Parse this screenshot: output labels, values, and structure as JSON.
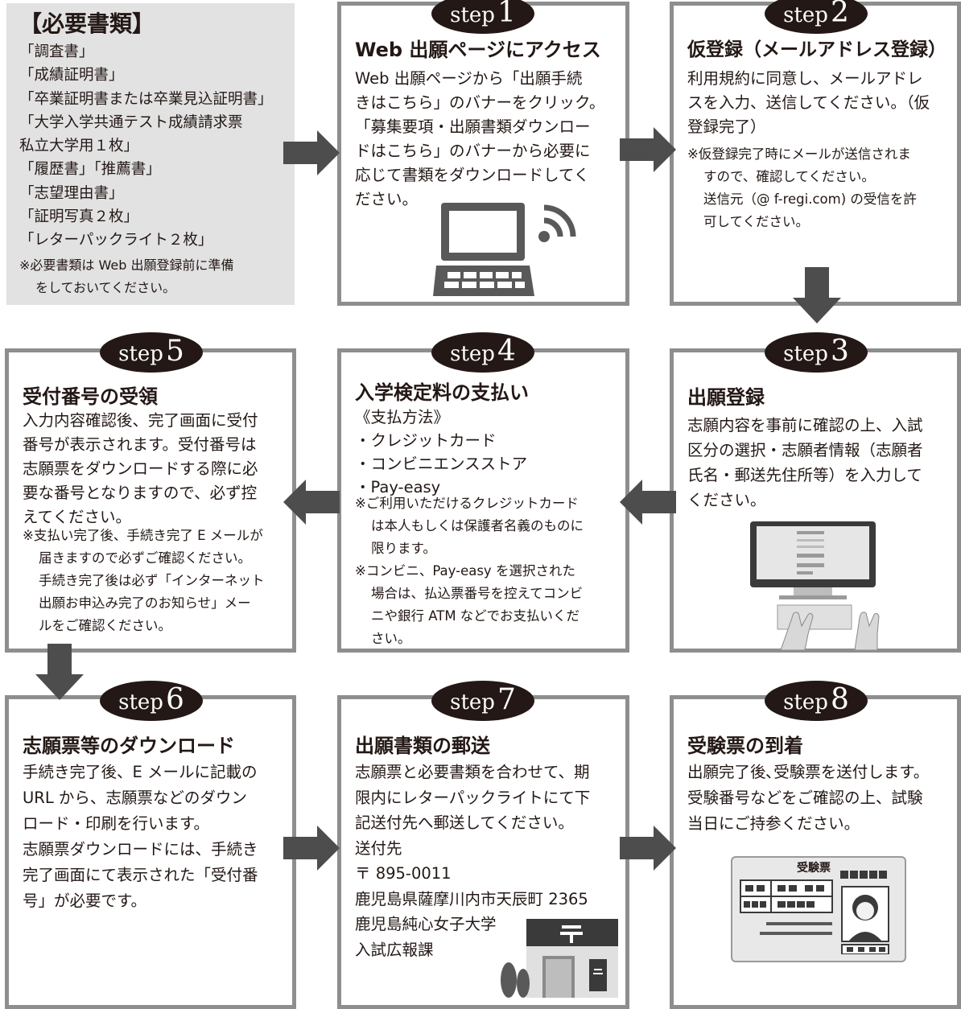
{
  "required_docs": {
    "heading": "【必要書類】",
    "items": [
      "「調査書」",
      "「成績証明書」",
      "「卒業証明書または卒業見込証明書」",
      "「大学入学共通テスト成績請求票",
      "私立大学用１枚」",
      "「履歴書」「推薦書」",
      "「志望理由書」",
      "「証明写真２枚」",
      "「レターパックライト２枚」"
    ],
    "note": [
      "※必要書類は Web 出願登録前に準備",
      "をしておいてください。"
    ]
  },
  "step_word": "step",
  "steps": {
    "s1": {
      "num": "1",
      "title": "Web 出願ページにアクセス",
      "body": [
        "Web 出願ページから「出願手続",
        "きはこちら」のバナーをクリック。",
        "「募集要項・出願書類ダウンロー",
        "ドはこちら」のバナーから必要に",
        "応じて書類をダウンロードしてく",
        "ださい。"
      ]
    },
    "s2": {
      "num": "2",
      "title": "仮登録（メールアドレス登録）",
      "body": [
        "利用規約に同意し、メールアドレ",
        "スを入力、送信してください。（仮",
        "登録完了）"
      ],
      "note": [
        "※仮登録完了時にメールが送信されま",
        "すので、確認してください。",
        "送信元（@ f-regi.com) の受信を許",
        "可してください。"
      ]
    },
    "s3": {
      "num": "3",
      "title": "出願登録",
      "body": [
        "志願内容を事前に確認の上、入試",
        "区分の選択・志願者情報（志願者",
        "氏名・郵送先住所等）を入力して",
        "ください。"
      ]
    },
    "s4": {
      "num": "4",
      "title": "入学検定料の支払い",
      "body": [
        "《支払方法》",
        "・クレジットカード",
        "・コンビニエンスストア",
        "・Pay-easy"
      ],
      "note": [
        "※ご利用いただけるクレジットカード",
        "は本人もしくは保護者名義のものに",
        "限ります。",
        "※コンビニ、Pay-easy を選択された",
        "場合は、払込票番号を控えてコンビ",
        "ニや銀行 ATM などでお支払いくだ",
        "さい。"
      ]
    },
    "s5": {
      "num": "5",
      "title": "受付番号の受領",
      "body": [
        "入力内容確認後、完了画面に受付",
        "番号が表示されます。受付番号は",
        "志願票をダウンロードする際に必",
        "要な番号となりますので、必ず控",
        "えてください。"
      ],
      "note": [
        "※支払い完了後、手続き完了 E メールが",
        "届きますので必ずご確認ください。",
        "手続き完了後は必ず「インターネット",
        "出願お申込み完了のお知らせ」メー",
        "ルをご確認ください。"
      ]
    },
    "s6": {
      "num": "6",
      "title": "志願票等のダウンロード",
      "body": [
        "手続き完了後、E メールに記載の",
        "URL から、志願票などのダウン",
        "ロード・印刷を行います。",
        "志願票ダウンロードには、手続き",
        "完了画面にて表示された「受付番",
        "号」が必要です。"
      ]
    },
    "s7": {
      "num": "7",
      "title": "出願書類の郵送",
      "body": [
        "志願票と必要書類を合わせて、期",
        "限内にレターパックライトにて下",
        "記送付先へ郵送してください。",
        "送付先",
        "〒 895-0011",
        "鹿児島県薩摩川内市天辰町 2365",
        "鹿児島純心女子大学",
        "入試広報課"
      ]
    },
    "s8": {
      "num": "8",
      "title": "受験票の到着",
      "body": [
        "出願完了後､受験票を送付します。",
        "受験番号などをご確認の上、試験",
        "当日にご持参ください。"
      ],
      "ticket_label": "受験票"
    }
  },
  "colors": {
    "border": "#8e8e8e",
    "badge": "#231815",
    "arrow": "#4d4d4d",
    "panel": "#e2e2e2"
  }
}
